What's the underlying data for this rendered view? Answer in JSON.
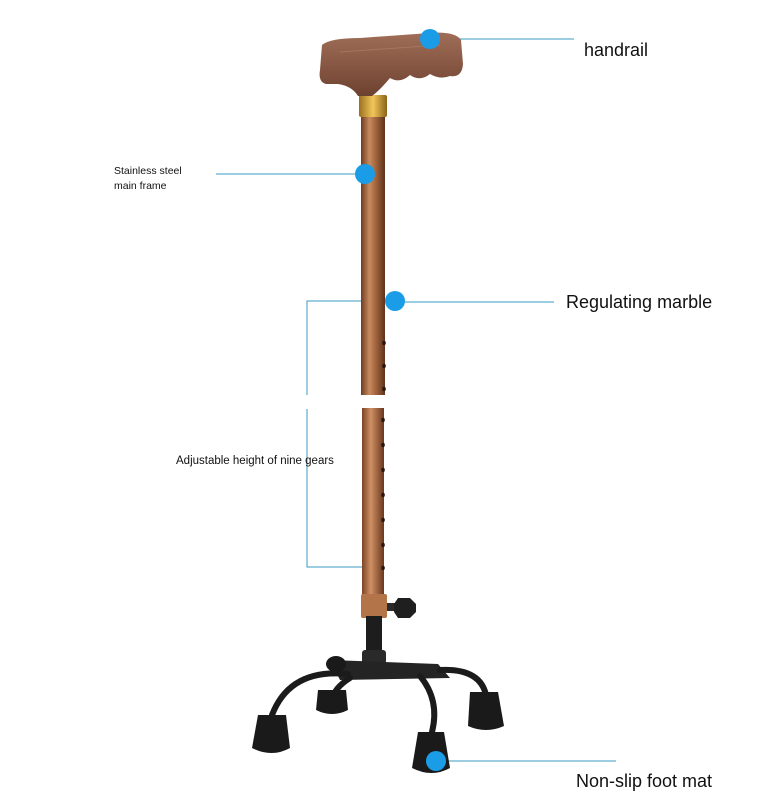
{
  "labels": {
    "handrail": "handrail",
    "frame_line1": "Stainless steel",
    "frame_line2": "main frame",
    "regulating": "Regulating marble",
    "adjustable": "Adjustable height of nine gears",
    "foot": "Non-slip foot mat"
  },
  "colors": {
    "callout_line": "#3a9bc0",
    "callout_dot": "#1a9ce6",
    "cane_shaft": "#9a5e3a",
    "handle": "#8a5a45",
    "collar": "#d4a23a",
    "base_black": "#1b1b1b"
  }
}
